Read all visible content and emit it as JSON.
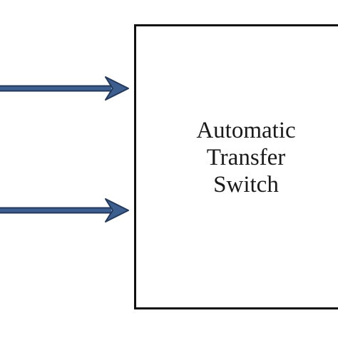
{
  "block": {
    "line1": "Automatic",
    "line2": "Transfer",
    "line3": "Switch"
  },
  "colors": {
    "arrow": "#3d5f8f",
    "arrow_edge": "#243a5c",
    "box_border": "#111111",
    "text": "#1a1a1a"
  }
}
